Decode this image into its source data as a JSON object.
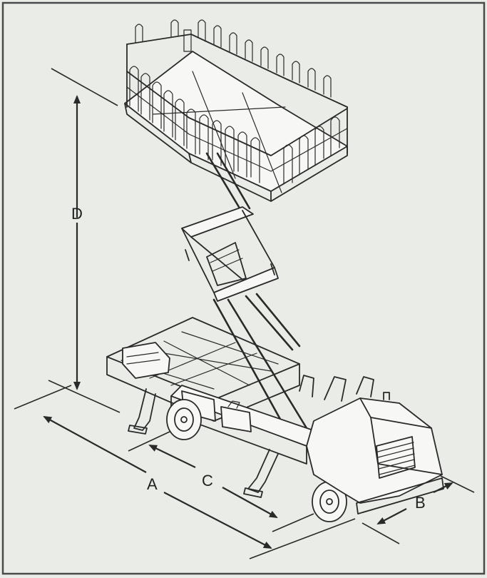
{
  "figure": {
    "background": "#e9ece7",
    "border_color": "#4a4a4a",
    "line_color": "#2a2a2a"
  },
  "dimensions": {
    "a": "A",
    "b": "B",
    "c": "C",
    "d": "D"
  }
}
